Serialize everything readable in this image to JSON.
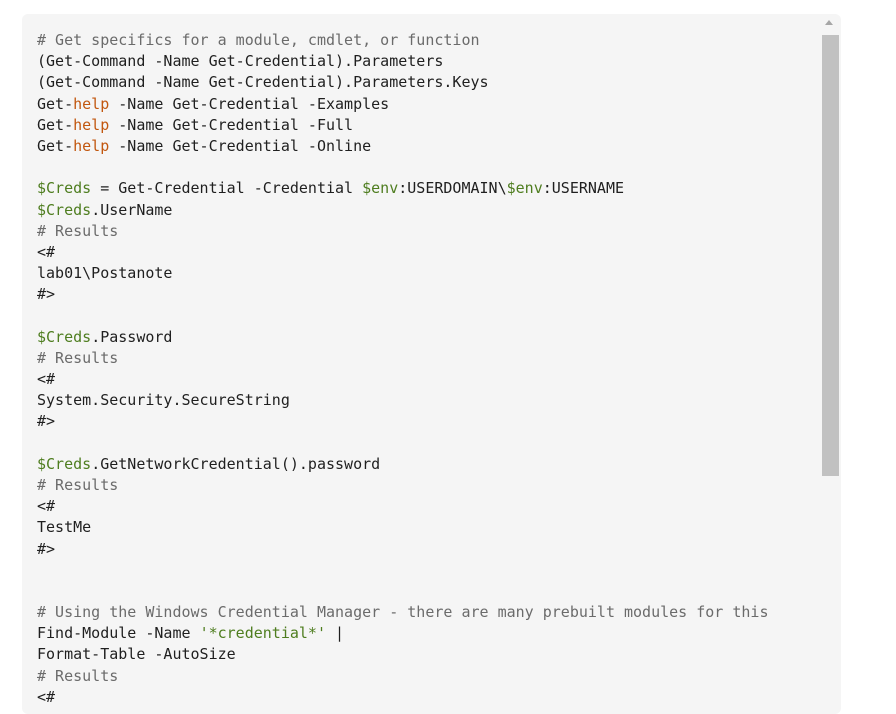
{
  "code": {
    "lines": [
      [
        {
          "t": "# Get specifics for a module, cmdlet, or function",
          "c": "comment"
        }
      ],
      [
        {
          "t": "(Get-Command -Name Get-Credential).Parameters",
          "c": ""
        }
      ],
      [
        {
          "t": "(Get-Command -Name Get-Credential).Parameters.Keys",
          "c": ""
        }
      ],
      [
        {
          "t": "Get-",
          "c": ""
        },
        {
          "t": "help",
          "c": "kw"
        },
        {
          "t": " -Name Get-Credential -Examples",
          "c": ""
        }
      ],
      [
        {
          "t": "Get-",
          "c": ""
        },
        {
          "t": "help",
          "c": "kw"
        },
        {
          "t": " -Name Get-Credential -Full",
          "c": ""
        }
      ],
      [
        {
          "t": "Get-",
          "c": ""
        },
        {
          "t": "help",
          "c": "kw"
        },
        {
          "t": " -Name Get-Credential -Online",
          "c": ""
        }
      ],
      [],
      [
        {
          "t": "$Creds",
          "c": "var"
        },
        {
          "t": " = Get-Credential -Credential ",
          "c": ""
        },
        {
          "t": "$env",
          "c": "var"
        },
        {
          "t": ":USERDOMAIN\\",
          "c": ""
        },
        {
          "t": "$env",
          "c": "var"
        },
        {
          "t": ":USERNAME",
          "c": ""
        }
      ],
      [
        {
          "t": "$Creds",
          "c": "var"
        },
        {
          "t": ".UserName",
          "c": ""
        }
      ],
      [
        {
          "t": "# Results",
          "c": "comment"
        }
      ],
      [
        {
          "t": "<#",
          "c": ""
        }
      ],
      [
        {
          "t": "lab01\\Postanote",
          "c": ""
        }
      ],
      [
        {
          "t": "#>",
          "c": ""
        }
      ],
      [],
      [
        {
          "t": "$Creds",
          "c": "var"
        },
        {
          "t": ".Password",
          "c": ""
        }
      ],
      [
        {
          "t": "# Results",
          "c": "comment"
        }
      ],
      [
        {
          "t": "<#",
          "c": ""
        }
      ],
      [
        {
          "t": "System.Security.SecureString",
          "c": ""
        }
      ],
      [
        {
          "t": "#>",
          "c": ""
        }
      ],
      [],
      [
        {
          "t": "$Creds",
          "c": "var"
        },
        {
          "t": ".GetNetworkCredential().password",
          "c": ""
        }
      ],
      [
        {
          "t": "# Results",
          "c": "comment"
        }
      ],
      [
        {
          "t": "<#",
          "c": ""
        }
      ],
      [
        {
          "t": "TestMe",
          "c": ""
        }
      ],
      [
        {
          "t": "#>",
          "c": ""
        }
      ],
      [],
      [],
      [
        {
          "t": "# Using the Windows Credential Manager - there are many prebuilt modules for this",
          "c": "comment"
        }
      ],
      [
        {
          "t": "Find-Module -Name ",
          "c": ""
        },
        {
          "t": "'*credential*'",
          "c": "str"
        },
        {
          "t": " |",
          "c": ""
        }
      ],
      [
        {
          "t": "Format-Table -AutoSize",
          "c": ""
        }
      ],
      [
        {
          "t": "# Results",
          "c": "comment"
        }
      ],
      [
        {
          "t": "<#",
          "c": ""
        }
      ]
    ]
  },
  "scrollbar": {
    "up_arrow_icon": "triangle-up-icon",
    "position_fraction": 0.0
  },
  "colors": {
    "comment": "#6b6b6b",
    "variable": "#4e7d1f",
    "keyword": "#c2570f",
    "string": "#4e7d1f",
    "background": "#f5f5f5"
  }
}
